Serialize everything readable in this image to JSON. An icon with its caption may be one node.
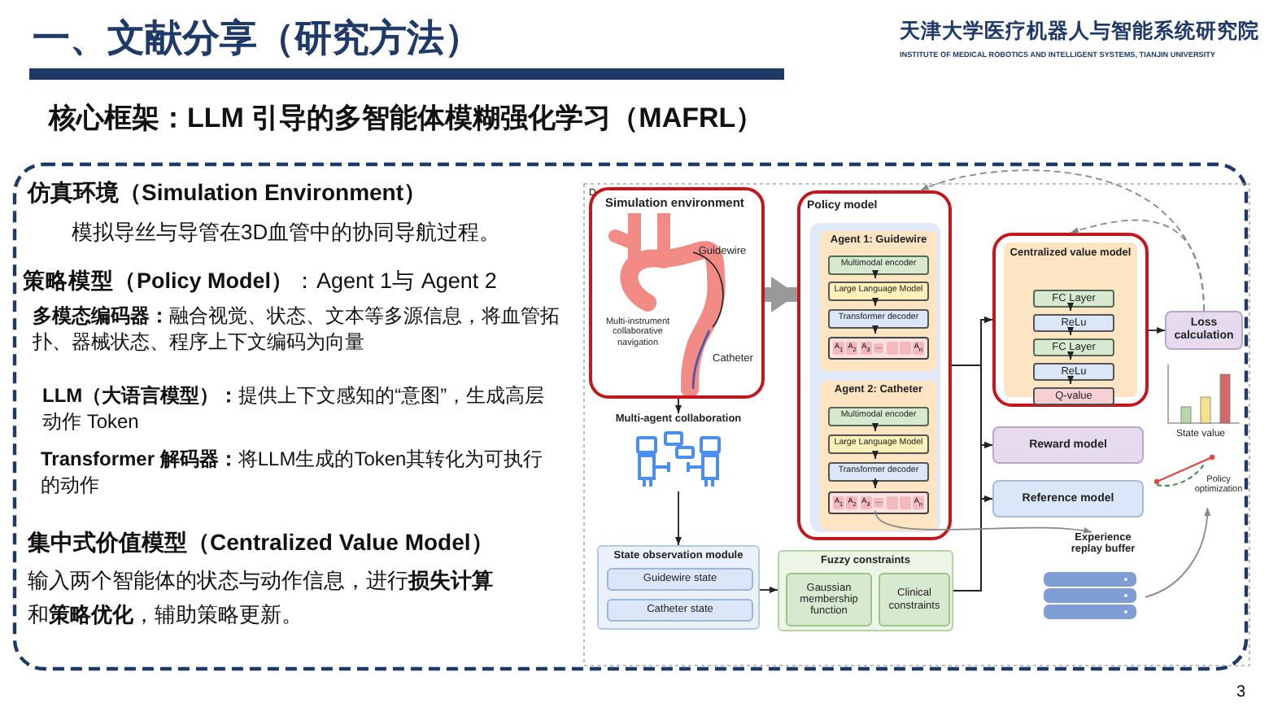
{
  "diagram": {
    "title": "一、文献分享（研究方法）",
    "nodes": [
      {
        "text": [
          "Simulation environment",
          "Guidewire",
          "Multi-instrument collaborative navigation",
          "Catheter"
        ]
      },
      {
        "text": [
          "Multi-agent collaboration"
        ]
      },
      {
        "text": [
          "Policy model"
        ]
      },
      {
        "text": [
          "Agent 1: Guidewire"
        ],
        "in": 2
      },
      {
        "text": [
          "Multimodal encoder"
        ],
        "in": 3
      },
      {
        "text": [
          "Large Language Model"
        ],
        "in": 3
      },
      {
        "text": [
          "Transformer decoder"
        ],
        "in": 3
      },
      {
        "text": [
          "A$_{1}$",
          "A$_{2}$",
          "A$_{3}$",
          "···",
          "A$_{n}$"
        ],
        "in": 3
      },
      {
        "text": [
          "Agent 2: Catheter"
        ],
        "in": 2
      },
      {
        "text": [
          "Multimodal encoder"
        ],
        "in": 8
      },
      {
        "text": [
          "Large Language Model"
        ],
        "in": 8
      },
      {
        "text": [
          "Transformer decoder"
        ],
        "in": 8
      },
      {
        "text": [
          "A$_{1}$",
          "A$_{2}$",
          "A$_{3}$",
          "···",
          "A$_{n}$"
        ],
        "in": 8
      },
      {
        "text": [
          "Centralized value model"
        ]
      },
      {
        "text": [
          "FC Layer"
        ],
        "in": 13
      },
      {
        "text": [
          "ReLu"
        ],
        "in": 13
      },
      {
        "text": [
          "FC Layer"
        ],
        "in": 13
      },
      {
        "text": [
          "ReLu"
        ],
        "in": 13
      },
      {
        "text": [
          "Q-value"
        ],
        "in": 13
      },
      {
        "text": [
          "Loss calculation"
        ]
      },
      {
        "text": [
          "Reward model"
        ]
      },
      {
        "text": [
          "Reference model"
        ]
      },
      {
        "text": [
          "State observation module"
        ]
      },
      {
        "text": [
          "Guidewire state"
        ],
        "in": 22
      },
      {
        "text": [
          "Catheter state"
        ],
        "in": 22
      },
      {
        "text": [
          "Fuzzy constraints"
        ]
      },
      {
        "text": [
          "Gaussian membership function"
        ],
        "in": 25
      },
      {
        "text": [
          "Clinical constraints"
        ],
        "in": 25
      },
      {
        "text": [
          "Experience replay buffer"
        ]
      },
      {
        "text": [
          "State value"
        ]
      },
      {
        "text": [
          "Policy optimization"
        ]
      }
    ],
    "edges": [
      {
        "from": 0,
        "to": 1,
        "arrow": "to"
      },
      {
        "from": 0,
        "to": 2,
        "arrow": "to",
        "style": "thick",
        "color": "#999999"
      },
      {
        "from": 4,
        "to": 5,
        "arrow": "to"
      },
      {
        "from": 5,
        "to": 6,
        "arrow": "to"
      },
      {
        "from": 6,
        "to": 7,
        "arrow": "to"
      },
      {
        "from": 9,
        "to": 10,
        "arrow": "to"
      },
      {
        "from": 10,
        "to": 11,
        "arrow": "to"
      },
      {
        "from": 11,
        "to": 12,
        "arrow": "to"
      },
      {
        "from": 14,
        "to": 15,
        "arrow": "to"
      },
      {
        "from": 15,
        "to": 16,
        "arrow": "to"
      },
      {
        "from": 16,
        "to": 17,
        "arrow": "to"
      },
      {
        "from": 17,
        "to": 18,
        "arrow": "to"
      },
      {
        "from": 1,
        "to": 22,
        "arrow": "to"
      },
      {
        "from": 22,
        "to": 25,
        "arrow": "to"
      },
      {
        "from": 2,
        "to": 13,
        "arrow": "to"
      },
      {
        "from": 2,
        "to": 20,
        "arrow": "to"
      },
      {
        "from": 2,
        "to": 21,
        "arrow": "to"
      },
      {
        "from": 25,
        "to": 13,
        "arrow": "to"
      },
      {
        "from": 25,
        "to": 20,
        "arrow": "to"
      },
      {
        "from": 25,
        "to": 21,
        "arrow": "to"
      },
      {
        "from": 13,
        "to": 19,
        "arrow": "to"
      },
      {
        "from": 19,
        "to": 13,
        "arrow": "to",
        "style": "dashed",
        "color": "#888888"
      },
      {
        "from": 19,
        "to": 2,
        "arrow": "to",
        "style": "dashed",
        "color": "#888888"
      },
      {
        "from": 12,
        "to": 28,
        "arrow": "to",
        "color": "#888888"
      },
      {
        "from": 28,
        "to": 30,
        "arrow": "to",
        "color": "#888888"
      }
    ],
    "labels": [
      "天津大学医疗机器人与智能系统研究院",
      "INSTITUTE OF MEDICAL ROBOTICS AND INTELLIGENT SYSTEMS, TIANJIN UNIVERSITY",
      "核心框架：LLM 引导的多智能体模糊强化学习（MAFRL）",
      "仿真环境（Simulation Environment）",
      "模拟导丝与导管在3D血管中的协同导航过程。",
      "**策略模型（Policy Model）**：Agent 1与 Agent 2",
      "**多模态编码器：**融合视觉、状态、文本等多源信息，将血管拓扑、器械状态、程序上下文编码为向量",
      "**LLM（大语言模型）：**提供上下文感知的“意图”，生成高层动作 Token",
      "**Transformer 解码器：**将LLM生成的Token其转化为可执行的动作",
      "集中式价值模型（Centralized Value Model）",
      "输入两个智能体的状态与动作信息，进行**损失计算**和**策略优化**，辅助策略更新。",
      "D",
      "3"
    ]
  }
}
